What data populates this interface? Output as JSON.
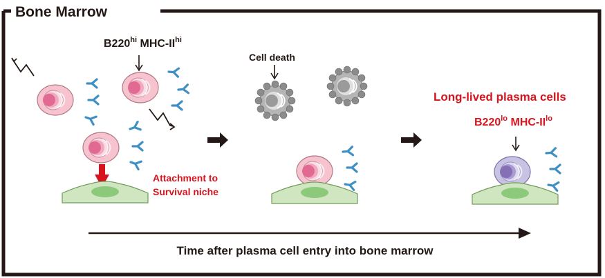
{
  "panel": {
    "title": "Bone Marrow"
  },
  "labels": {
    "b220_hi_prefix": "B220",
    "b220_hi_sup": "hi",
    "mhc_hi_prefix": "MHC-II",
    "mhc_hi_sup": "hi",
    "cell_death": "Cell death",
    "attachment_line1": "Attachment to",
    "attachment_line2": "Survival niche",
    "long_lived": "Long-lived plasma cells",
    "b220_lo_prefix": "B220",
    "b220_lo_sup": "lo",
    "mhc_lo_prefix": "MHC-II",
    "mhc_lo_sup": "lo",
    "time_axis": "Time after plasma cell entry into bone marrow"
  },
  "colors": {
    "frame": "#231815",
    "accent_red": "#d7141e",
    "plasma_cell_fill": "#f6c3cf",
    "plasma_cell_stroke": "#b07a88",
    "nucleus": "#e06a92",
    "long_lived_cell_fill": "#c9c3e3",
    "long_lived_nucleus": "#8570b5",
    "dead_cell": "#8c8c8c",
    "antibody": "#3d8fc4",
    "niche_fill": "#cfe6c0",
    "niche_stroke": "#6f9d58",
    "niche_spot": "#8dc97a"
  },
  "icons": [
    "antibody-icon",
    "zigzag-arrow-icon",
    "down-arrow-icon",
    "progression-arrow-icon"
  ]
}
